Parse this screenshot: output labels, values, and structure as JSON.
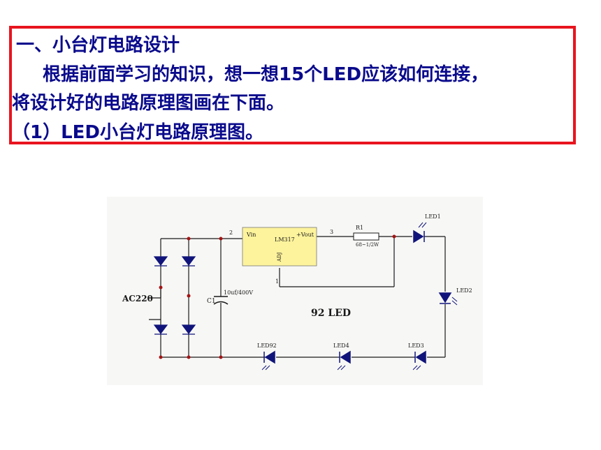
{
  "header": {
    "line1": "一、小台灯电路设计",
    "line2": "根据前面学习的知识，想一想15个LED应该如何连接，",
    "line3": "将设计好的电路原理图画在下面。",
    "line4": "（1）LED小台灯电路原理图。"
  },
  "schematic": {
    "ac_label": "AC220",
    "cap_label": "C1",
    "cap_value": "10uf/400V",
    "node2": "2",
    "node3": "3",
    "node1": "1",
    "reg_name": "LM317",
    "reg_vin": "Vin",
    "reg_vout": "+Vout",
    "reg_adj": "ADJ",
    "res_name": "R1",
    "res_value": "68~1/2W",
    "led1": "LED1",
    "led2": "LED2",
    "led3": "LED3",
    "led4": "LED4",
    "led92": "LED92",
    "center_label": "92 LED"
  },
  "colors": {
    "title_text": "#0a0a8c",
    "box_border": "#e8141e",
    "regulator_fill": "#fdf39c",
    "wire": "#1a1a1a",
    "component": "#10147a",
    "node_dot": "#a51414"
  }
}
